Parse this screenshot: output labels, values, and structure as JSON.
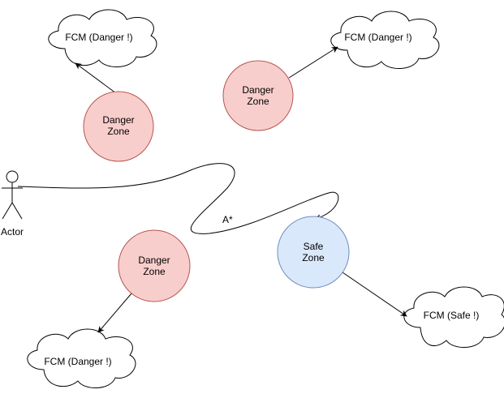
{
  "diagram": {
    "zones": [
      {
        "id": "danger-top-left",
        "kind": "danger",
        "lines": [
          "Danger",
          "Zone"
        ]
      },
      {
        "id": "danger-top-right",
        "kind": "danger",
        "lines": [
          "Danger",
          "Zone"
        ]
      },
      {
        "id": "danger-bottom-left",
        "kind": "danger",
        "lines": [
          "Danger",
          "Zone"
        ]
      },
      {
        "id": "safe",
        "kind": "safe",
        "lines": [
          "Safe",
          "Zone"
        ]
      }
    ],
    "clouds": [
      {
        "id": "fcm-top-left",
        "label": "FCM (Danger !)"
      },
      {
        "id": "fcm-top-right",
        "label": "FCM (Danger !)"
      },
      {
        "id": "fcm-bottom-left",
        "label": "FCM (Danger !)"
      },
      {
        "id": "fcm-safe",
        "label": "FCM (Safe !)"
      }
    ],
    "actor": {
      "label": "Actor"
    },
    "path": {
      "label": "A*"
    },
    "colors": {
      "danger_fill": "#f8cecc",
      "danger_stroke": "#b85450",
      "safe_fill": "#dae8fc",
      "safe_stroke": "#6c8ebf",
      "line": "#000000"
    }
  }
}
